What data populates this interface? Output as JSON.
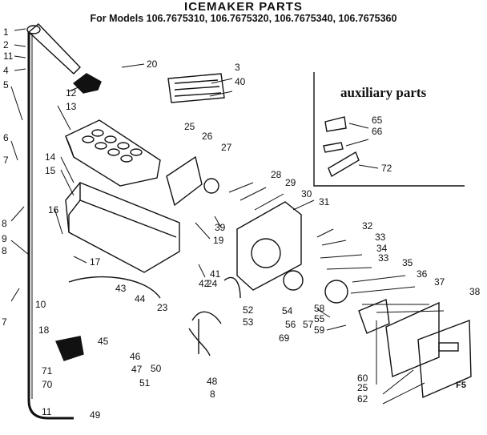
{
  "header": {
    "title": "ICEMAKER PARTS",
    "models": "For Models 106.7675310, 106.7675320, 106.7675340, 106.7675360"
  },
  "auxiliary": {
    "title": "auxiliary parts"
  },
  "figure_code": "F5",
  "callouts": [
    "1",
    "2",
    "11",
    "4",
    "5",
    "6",
    "7",
    "8",
    "9",
    "8",
    "7",
    "10",
    "12",
    "13",
    "20",
    "3",
    "40",
    "25",
    "26",
    "27",
    "14",
    "15",
    "16",
    "17",
    "28",
    "29",
    "30",
    "31",
    "39",
    "19",
    "24",
    "41",
    "42",
    "43",
    "44",
    "23",
    "18",
    "45",
    "71",
    "70",
    "11",
    "49",
    "46",
    "47",
    "50",
    "51",
    "48",
    "8",
    "52",
    "53",
    "54",
    "55",
    "56",
    "69",
    "57",
    "58",
    "59",
    "32",
    "33",
    "34",
    "33",
    "35",
    "36",
    "37",
    "38",
    "60",
    "25",
    "62",
    "65",
    "66",
    "72"
  ]
}
